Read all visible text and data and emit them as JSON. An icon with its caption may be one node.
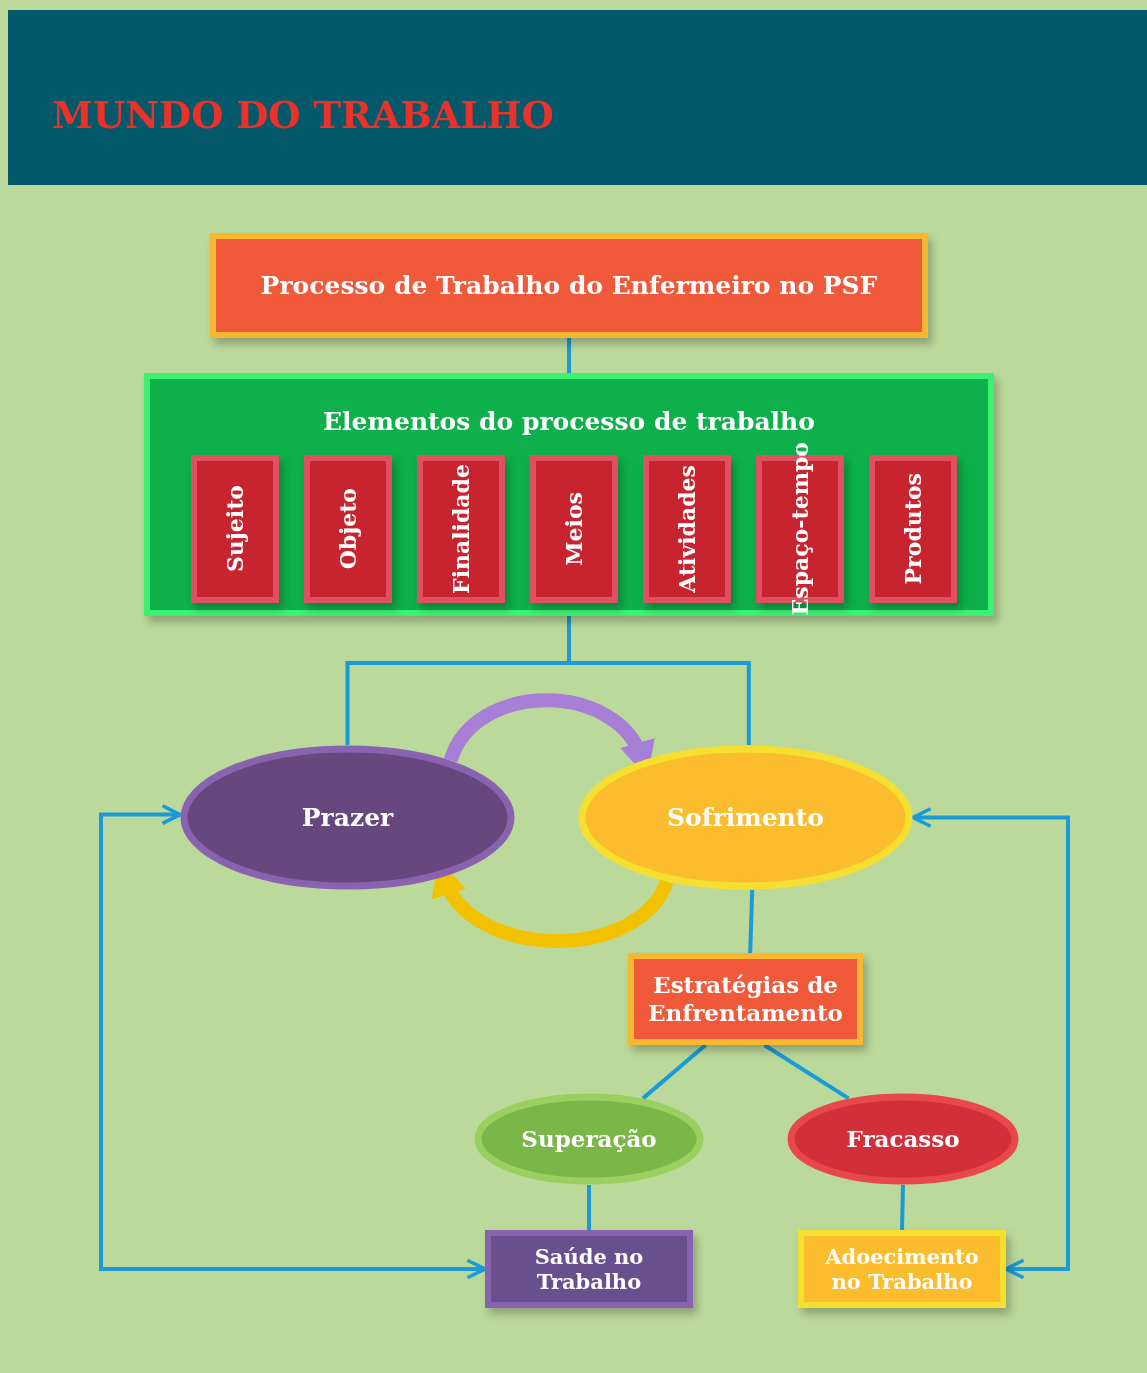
{
  "diagram": {
    "title": "MUNDO DO TRABALHO",
    "nodes": [
      {
        "text": [
          "Processo de Trabalho do Enfermeiro no PSF"
        ]
      },
      {
        "text": [
          "Elementos do processo de trabalho"
        ]
      },
      {
        "text": [
          "Sujeito"
        ],
        "in": 1
      },
      {
        "text": [
          "Objeto"
        ],
        "in": 1
      },
      {
        "text": [
          "Finalidade"
        ],
        "in": 1
      },
      {
        "text": [
          "Meios"
        ],
        "in": 1
      },
      {
        "text": [
          "Atividades"
        ],
        "in": 1
      },
      {
        "text": [
          "Espaço-tempo"
        ],
        "in": 1
      },
      {
        "text": [
          "Produtos"
        ],
        "in": 1
      },
      {
        "text": [
          "Prazer"
        ]
      },
      {
        "text": [
          "Sofrimento"
        ]
      },
      {
        "text": [
          "Estratégias de Enfrentamento"
        ]
      },
      {
        "text": [
          "Superação"
        ]
      },
      {
        "text": [
          "Fracasso"
        ]
      },
      {
        "text": [
          "Saúde no Trabalho"
        ]
      },
      {
        "text": [
          "Adoecimento no Trabalho"
        ]
      }
    ],
    "edges": [
      {
        "from": 0,
        "to": 1,
        "arrow": "none"
      },
      {
        "from": 1,
        "to": 9,
        "arrow": "none"
      },
      {
        "from": 1,
        "to": 10,
        "arrow": "none"
      },
      {
        "from": 9,
        "to": 10,
        "arrow": "to",
        "style": "thick",
        "color": "#a77fd6"
      },
      {
        "from": 10,
        "to": 9,
        "arrow": "to",
        "style": "thick",
        "color": "#f2c200"
      },
      {
        "from": 10,
        "to": 11,
        "arrow": "none"
      },
      {
        "from": 11,
        "to": 12,
        "arrow": "none"
      },
      {
        "from": 11,
        "to": 13,
        "arrow": "none"
      },
      {
        "from": 12,
        "to": 14,
        "arrow": "none"
      },
      {
        "from": 13,
        "to": 15,
        "arrow": "none"
      },
      {
        "from": 14,
        "to": 9,
        "arrow": "both"
      },
      {
        "from": 15,
        "to": 10,
        "arrow": "both"
      }
    ]
  }
}
